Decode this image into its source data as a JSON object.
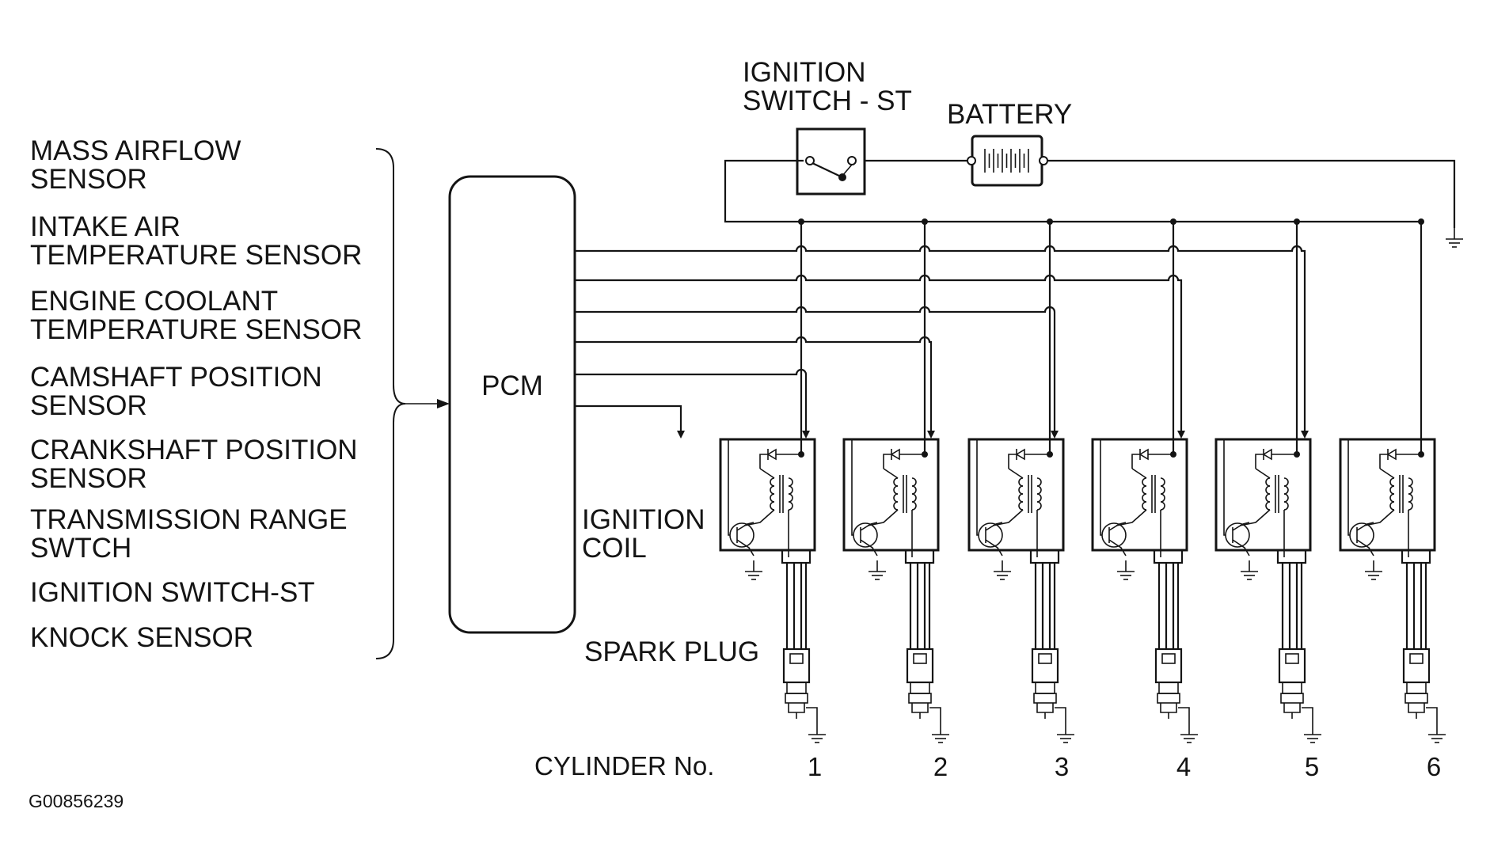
{
  "sensors": [
    [
      "MASS AIRFLOW",
      "SENSOR"
    ],
    [
      "INTAKE AIR",
      "TEMPERATURE SENSOR"
    ],
    [
      "ENGINE COOLANT",
      "TEMPERATURE SENSOR"
    ],
    [
      "CAMSHAFT POSITION",
      "SENSOR"
    ],
    [
      "CRANKSHAFT POSITION",
      "SENSOR"
    ],
    [
      "TRANSMISSION RANGE",
      "SWTCH"
    ],
    [
      "IGNITION SWITCH-ST"
    ],
    [
      "KNOCK SENSOR"
    ]
  ],
  "pcm_label": "PCM",
  "ignition_switch_label": [
    "IGNITION",
    "SWITCH - ST"
  ],
  "battery_label": "BATTERY",
  "ignition_coil_label": [
    "IGNITION",
    "COIL"
  ],
  "spark_plug_label": "SPARK PLUG",
  "cylinder_label": "CYLINDER No.",
  "cylinders": [
    "1",
    "2",
    "3",
    "4",
    "5",
    "6"
  ],
  "figure_id": "G00856239"
}
